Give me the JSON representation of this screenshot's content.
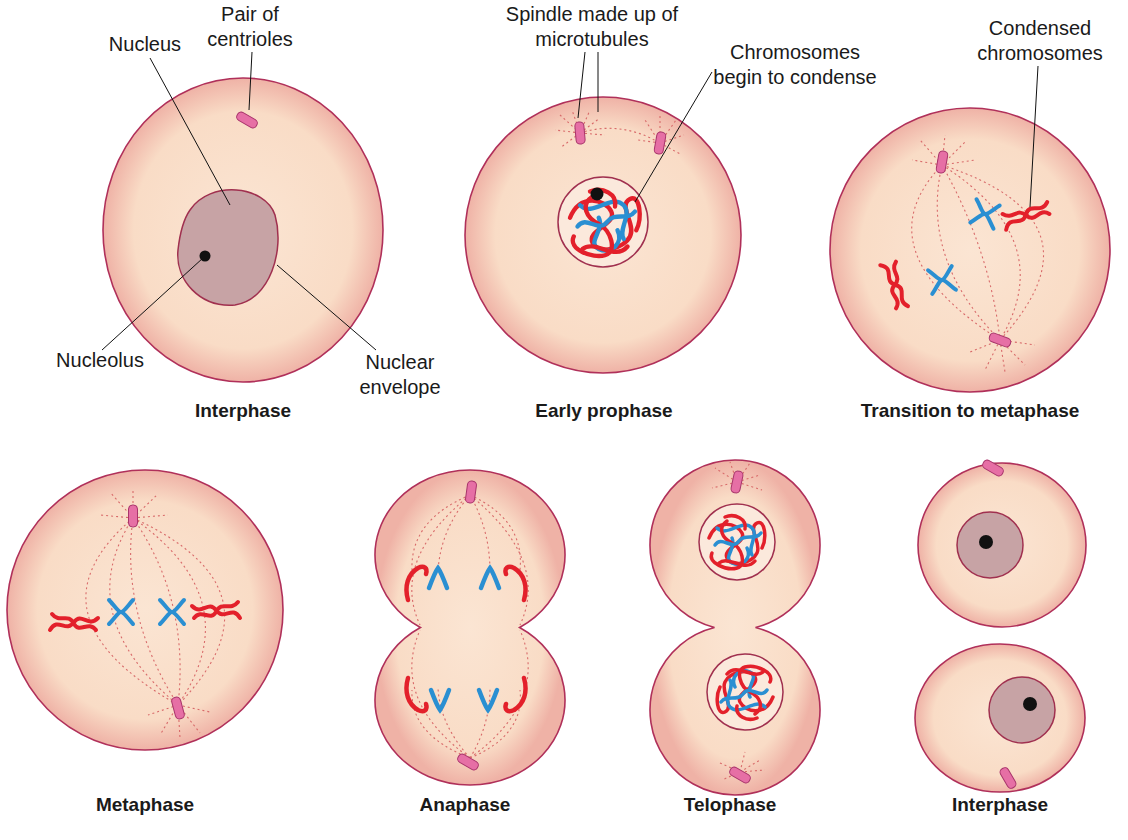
{
  "diagram": {
    "labels": [
      "Pair of centrioles",
      "Nucleus",
      "Nucleolus",
      "Nuclear envelope",
      "Interphase",
      "Spindle made up of microtubules",
      "Chromosomes begin to condense",
      "Early prophase",
      "Condensed chromosomes",
      "Transition to metaphase",
      "Metaphase",
      "Anaphase",
      "Telophase",
      "Interphase"
    ]
  }
}
